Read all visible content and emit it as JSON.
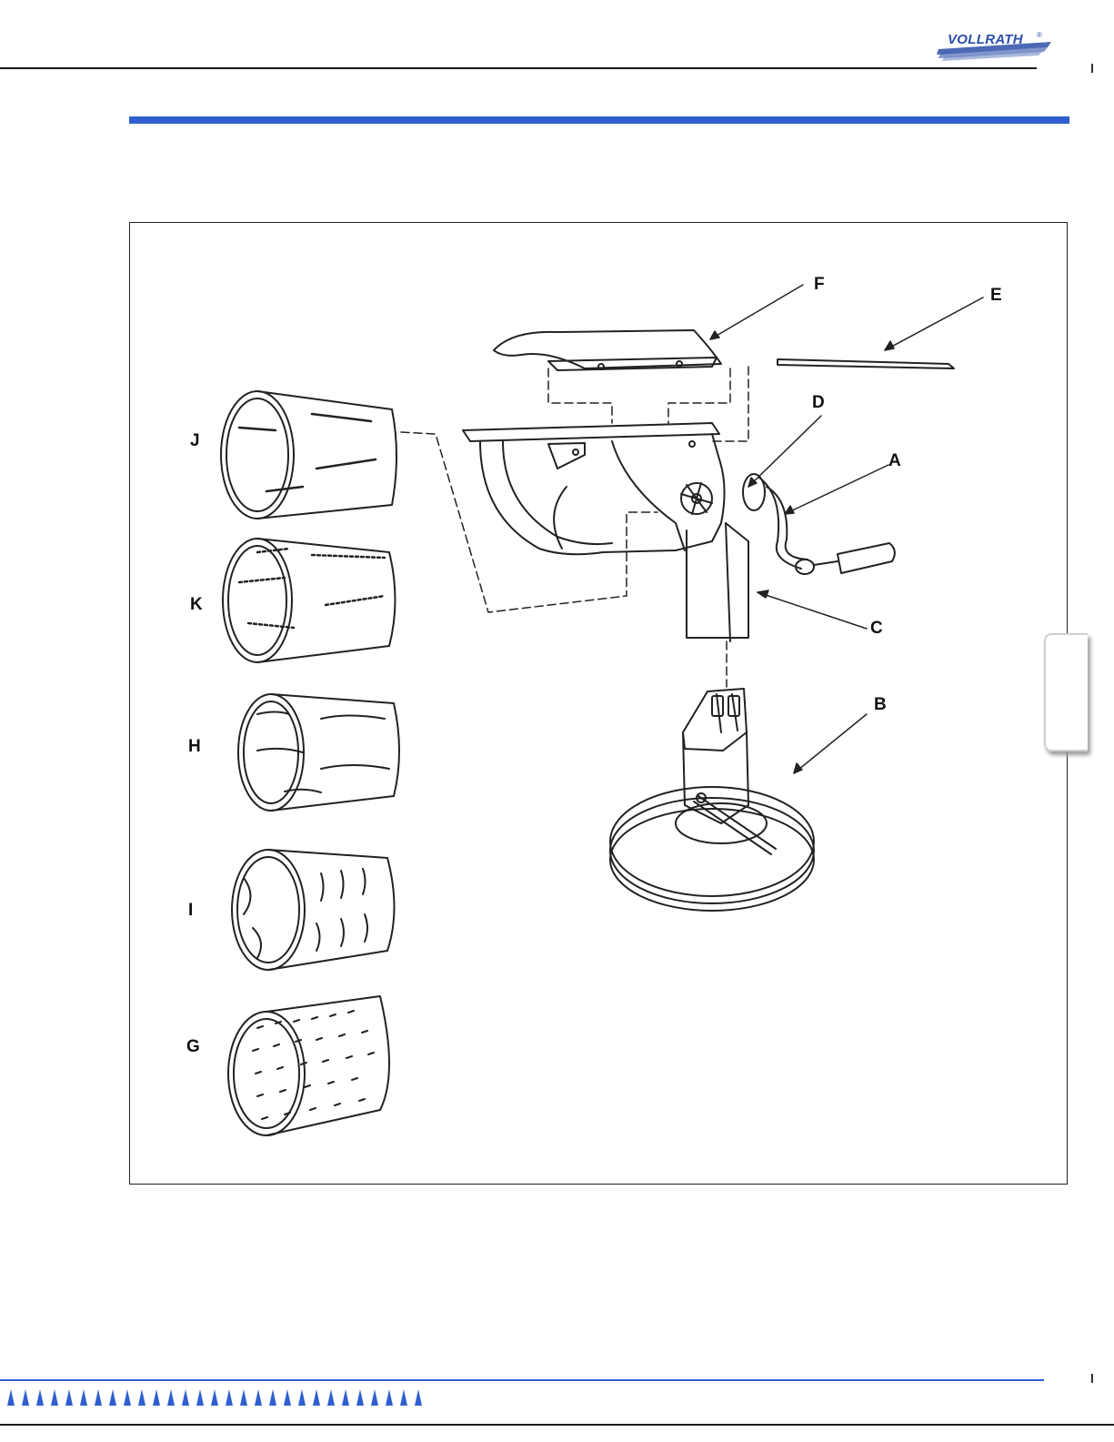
{
  "header": {
    "logo_text": "VOLLRATH",
    "logo_mark": "®"
  },
  "figure": {
    "labels": {
      "A": "A",
      "B": "B",
      "C": "C",
      "D": "D",
      "E": "E",
      "F": "F",
      "G": "G",
      "H": "H",
      "I": "I",
      "J": "J",
      "K": "K"
    }
  },
  "colors": {
    "accent_blue": "#2f5fcf",
    "rule_dark": "#1a1a1a"
  },
  "icons": [
    "vollrath-logo-icon",
    "side-tab-icon",
    "footer-triangle-icon"
  ]
}
